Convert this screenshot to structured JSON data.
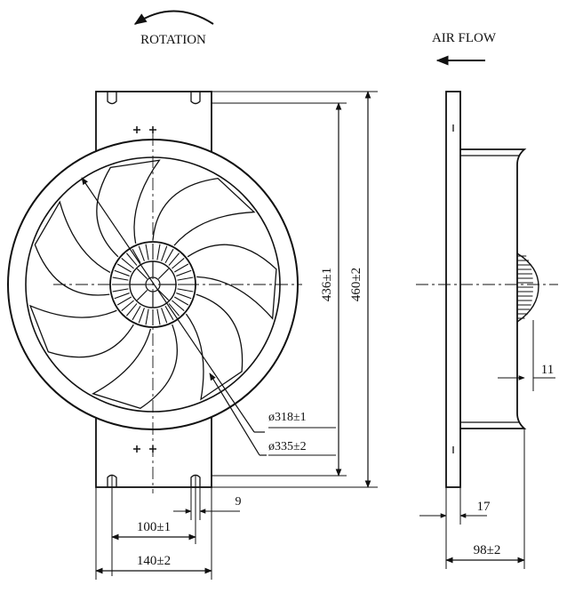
{
  "labels": {
    "rotation": "ROTATION",
    "air_flow": "AIR FLOW"
  },
  "dimensions": {
    "height_inner": "436±1",
    "height_outer": "460±2",
    "dia_inner": "ø318±1",
    "dia_outer": "ø335±2",
    "slot_width": "9",
    "hole_spacing": "100±1",
    "plate_width": "140±2",
    "side_offset": "11",
    "flange_thickness": "17",
    "depth": "98±2"
  },
  "colors": {
    "line": "#111111",
    "background": "#ffffff"
  }
}
